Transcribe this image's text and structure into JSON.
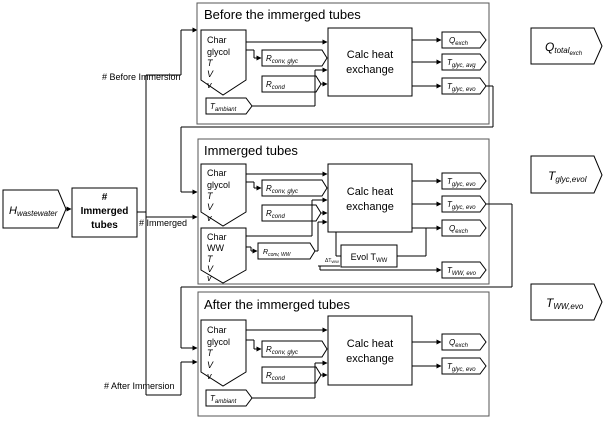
{
  "input": {
    "main": "H",
    "sub": "wastewater"
  },
  "process": {
    "lines": [
      "#",
      "Immerged",
      "tubes"
    ]
  },
  "branches": {
    "before": "# Before Immersion",
    "immerged": "# Immerged",
    "after": "# After Immersion"
  },
  "sections": {
    "before": {
      "title": "Before the immerged tubes",
      "char": [
        "Char",
        "glycol",
        "T",
        "V",
        "v"
      ],
      "ambient": {
        "main": "T",
        "sub": "ambiant"
      },
      "rconv": {
        "main": "R",
        "sub": "conv, glyc"
      },
      "rcond": {
        "main": "R",
        "sub": "cond"
      },
      "calc": [
        "Calc heat",
        "exchange"
      ],
      "outputs": [
        {
          "main": "Q",
          "sub": "exch"
        },
        {
          "main": "T",
          "sub": "glyc, avg"
        },
        {
          "main": "T",
          "sub": "glyc, evo"
        }
      ]
    },
    "immerged": {
      "title": "Immerged tubes",
      "char_glycol": [
        "Char",
        "glycol",
        "T",
        "V",
        "v"
      ],
      "char_ww": [
        "Char",
        "WW",
        "T",
        "V",
        "v"
      ],
      "rconv": {
        "main": "R",
        "sub": "conv, glyc"
      },
      "rcond": {
        "main": "R",
        "sub": "cond"
      },
      "rconv_ww": {
        "main": "R",
        "sub": "conv, WW"
      },
      "dt": {
        "main": "ΔT",
        "sub": "WW"
      },
      "calc": [
        "Calc heat",
        "exchange"
      ],
      "evol": {
        "main": "Evol T",
        "sub": "WW"
      },
      "outputs": [
        {
          "main": "T",
          "sub": "glyc, evo"
        },
        {
          "main": "T",
          "sub": "glyc, evo"
        },
        {
          "main": "Q",
          "sub": "exch"
        },
        {
          "main": "T",
          "sub": "WW, evo"
        }
      ]
    },
    "after": {
      "title": "After the immerged tubes",
      "char": [
        "Char",
        "glycol",
        "T",
        "V",
        "v"
      ],
      "ambient": {
        "main": "T",
        "sub": "ambiant"
      },
      "rconv": {
        "main": "R",
        "sub": "conv, glyc"
      },
      "rcond": {
        "main": "R",
        "sub": "cond"
      },
      "calc": [
        "Calc heat",
        "exchange"
      ],
      "outputs": [
        {
          "main": "Q",
          "sub": "exch"
        },
        {
          "main": "T",
          "sub": "glyc, evo"
        }
      ]
    }
  },
  "results": [
    {
      "main": "Q",
      "sub": "total",
      "sub2": "exch"
    },
    {
      "main": "T",
      "sub": "glyc,evol"
    },
    {
      "main": "T",
      "sub": "WW,evo"
    }
  ],
  "colors": {
    "stroke": "#000000",
    "fill": "#ffffff",
    "panel_stroke": "#555555"
  }
}
